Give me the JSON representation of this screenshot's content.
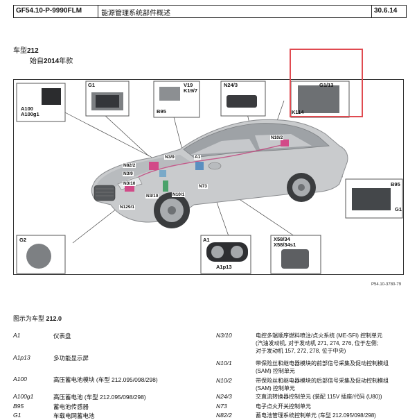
{
  "header": {
    "doc_id": "GF54.10-P-9990FLM",
    "title": "能源管理系统部件概述",
    "date": "30.6.14"
  },
  "model": {
    "prefix": "车型",
    "number": "212"
  },
  "since": {
    "prefix": "始自",
    "year": "2014",
    "suffix": "年款"
  },
  "figure": {
    "ref": "P54.10-3780-79",
    "labels": {
      "a100": "A100",
      "a100g1": "A100g1",
      "g1_top": "G1",
      "v19": "V19",
      "k19_7": "K19/7",
      "b95_top": "B95",
      "n24_3": "N24/3",
      "g1_13": "G1/13",
      "k114": "K114",
      "b95_right": "B95",
      "g1_right": "G1",
      "g2": "G2",
      "a1": "A1",
      "a1p13": "A1p13",
      "x58_34": "X58/34",
      "x58_34s1": "X58/34s1",
      "n10_2": "N10/2",
      "a1_car": "A1",
      "n82_2": "N82/2",
      "n3_9": "N3/9",
      "n3_9b": "N3/9",
      "n3_10": "N3/10",
      "n3_10b": "N3/10",
      "n10_1": "N10/1",
      "n73": "N73",
      "n129_1": "N129/1"
    }
  },
  "caption": {
    "prefix": "图示为车型",
    "model": "212.0"
  },
  "legend_left": [
    {
      "code": "A1",
      "desc": "仪表盘"
    },
    {
      "code": "A1p13",
      "desc": "多功能显示屏"
    },
    {
      "code": "A100",
      "desc": "高压蓄电池模块 (车型 212.095/098/298)"
    },
    {
      "code": "A100g1",
      "desc": "高压蓄电池 (车型 212.095/098/298)"
    },
    {
      "code": "B95",
      "desc": "蓄电池传感器"
    },
    {
      "code": "G1",
      "desc": "车载电网蓄电池"
    }
  ],
  "legend_right": [
    {
      "code": "N3/10",
      "line1": "电控多端顺序燃料喷注/点火系统 (ME-SFI) 控制单元",
      "line2": "(汽油发动机, 对于发动机 271, 274, 276, 位于左侧;",
      "line3": "对于发动机 157, 272, 278, 位于中央)"
    },
    {
      "code": "N10/1",
      "line1": "带保险丝和继电器模块的前部信号采集及促动控制模组",
      "line2": "(SAM) 控制单元",
      "line3": ""
    },
    {
      "code": "N10/2",
      "line1": "带保险丝和继电器模块的后部信号采集及促动控制模组",
      "line2": "(SAM) 控制单元",
      "line3": ""
    },
    {
      "code": "N24/3",
      "line1": "交直流转换器控制单元 (装配 115V 插座/代码 (U80))",
      "line2": "",
      "line3": ""
    },
    {
      "code": "N73",
      "line1": "电子点火开关控制单元",
      "line2": "",
      "line3": ""
    },
    {
      "code": "N82/2",
      "line1": "蓄电池管理系统控制单元 (车型 212.095/098/298)",
      "line2": "",
      "line3": ""
    }
  ]
}
